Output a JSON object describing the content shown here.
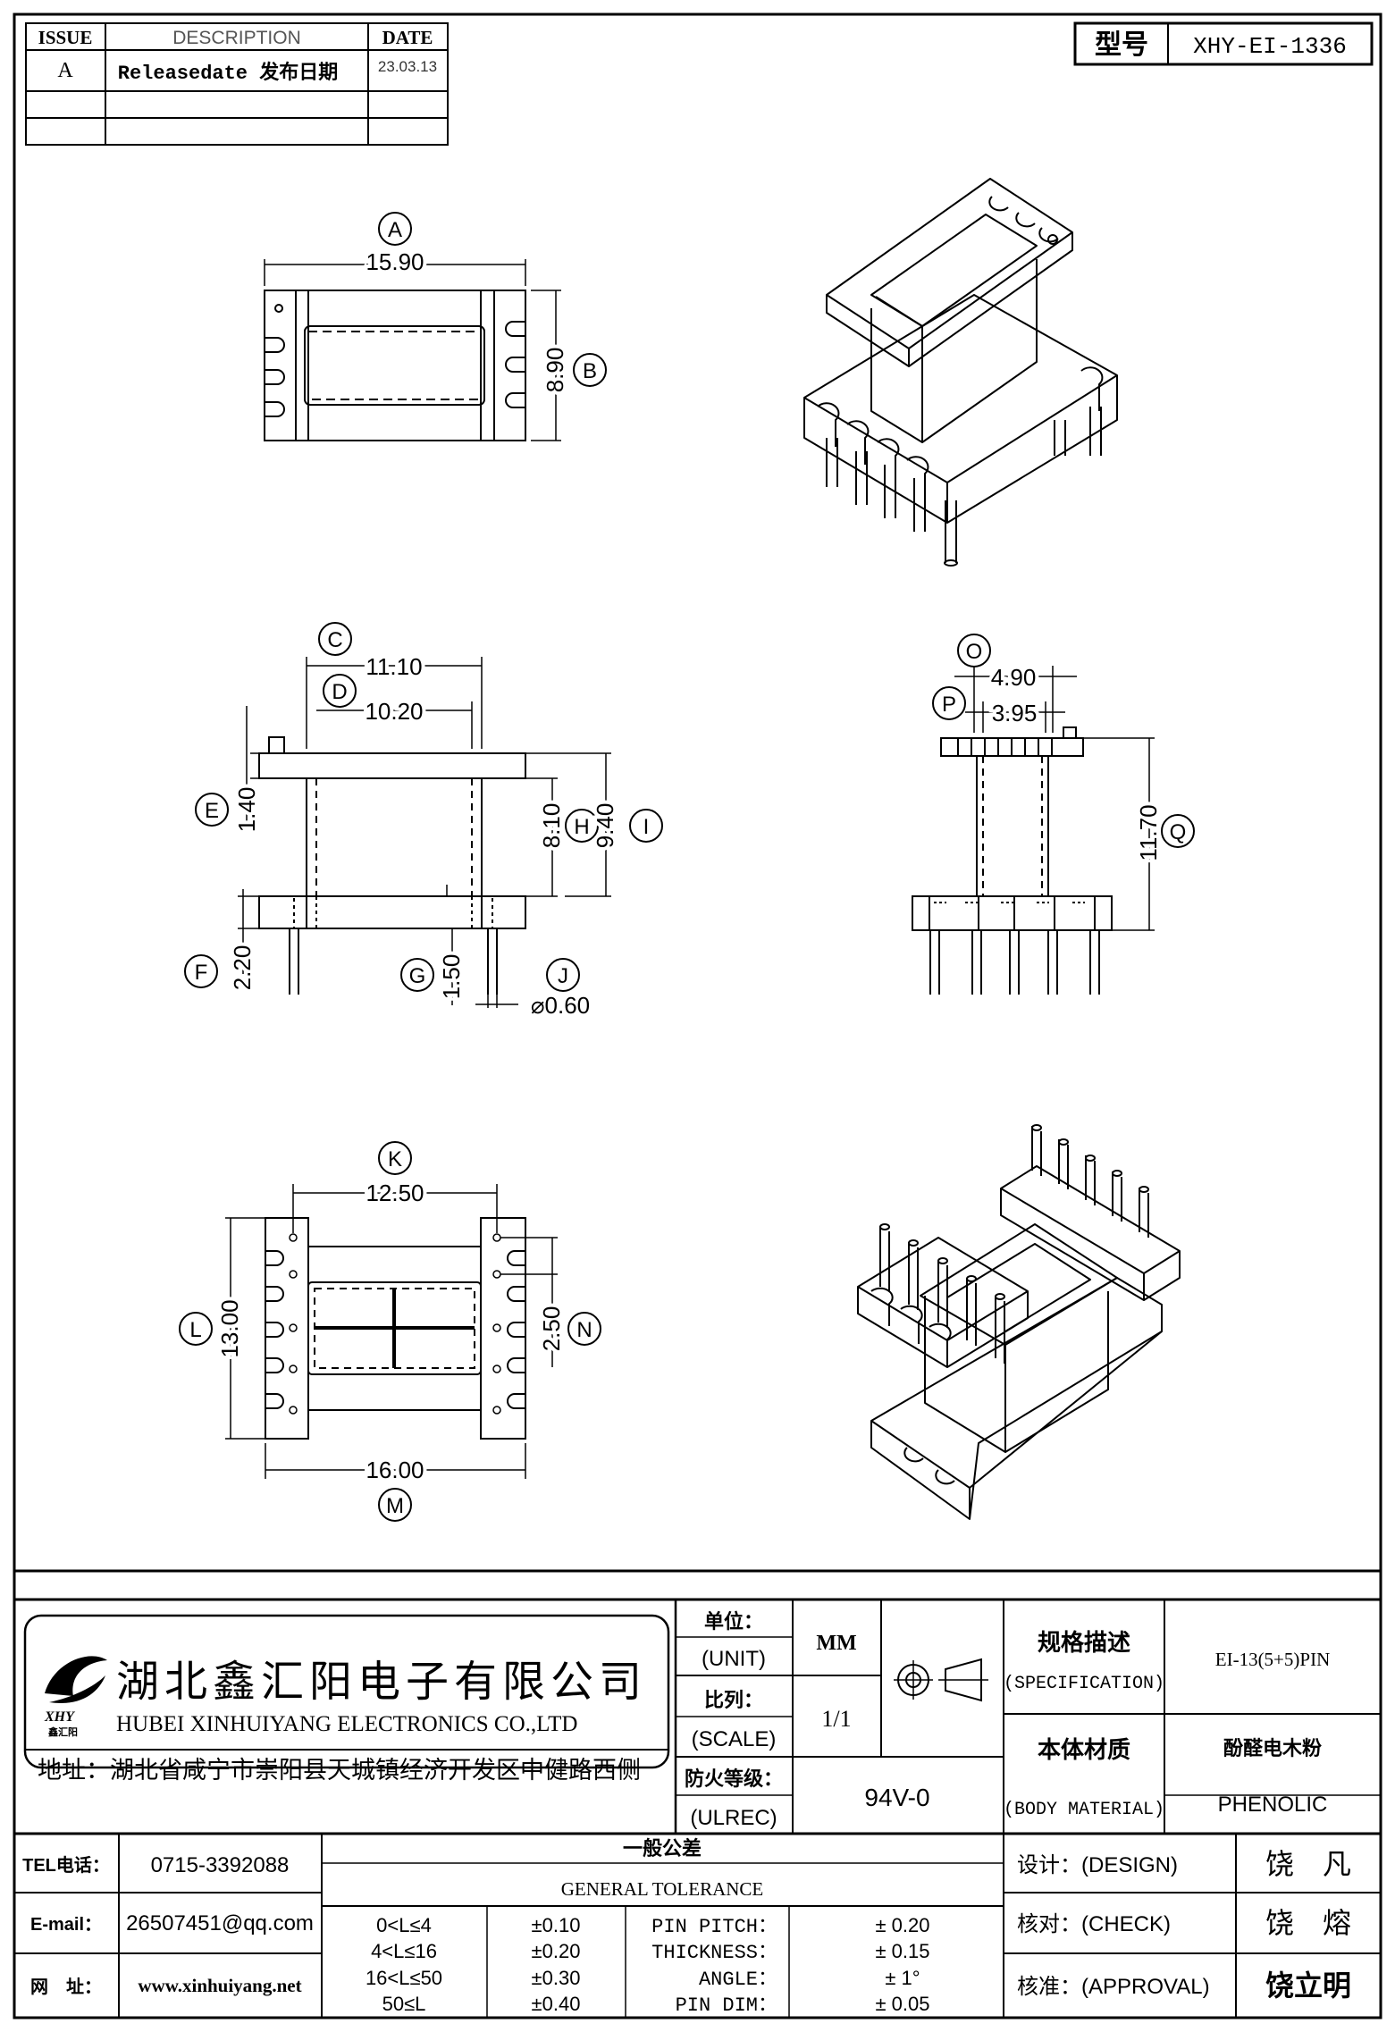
{
  "revision_table": {
    "headers": [
      "ISSUE",
      "DESCRIPTION",
      "DATE"
    ],
    "rows": [
      [
        "A",
        "Releasedate 发布日期",
        "23.03.13"
      ],
      [
        "",
        "",
        ""
      ],
      [
        "",
        "",
        ""
      ]
    ]
  },
  "model": {
    "label": "型号",
    "value": "XHY-EI-1336"
  },
  "views": {
    "top": {
      "A": "15.90",
      "B": "8.90",
      "labels": [
        "A",
        "B"
      ]
    },
    "front": {
      "C": "11.10",
      "D": "10.20",
      "E": "1.40",
      "F": "2.20",
      "G": "1.50",
      "H": "8.10",
      "I": "9.40",
      "J": "⌀0.60",
      "labels": [
        "C",
        "D",
        "E",
        "F",
        "G",
        "H",
        "I",
        "J"
      ]
    },
    "side": {
      "O": "4.90",
      "P": "3.95",
      "Q": "11.70",
      "labels": [
        "O",
        "P",
        "Q"
      ]
    },
    "bottom": {
      "K": "12.50",
      "L": "13.00",
      "M": "16.00",
      "N": "2.50",
      "labels": [
        "K",
        "L",
        "M",
        "N"
      ]
    }
  },
  "company": {
    "name_cn": "湖北鑫汇阳电子有限公司",
    "name_en": "HUBEI XINHUIYANG ELECTRONICS CO.,LTD",
    "address": "地址：湖北省咸宁市崇阳县天城镇经济开发区中健路西侧",
    "logo_text": "XHY",
    "logo_sub": "鑫汇阳"
  },
  "contact": {
    "tel_label": "TEL电话：",
    "tel": "0715-3392088",
    "email_label": "E-mail：",
    "email": "26507451@qq.com",
    "web_label": "网　址：",
    "web": "www.xinhuiyang.net"
  },
  "spec_block": {
    "unit_label": "单位：",
    "unit_label_en": "(UNIT)",
    "unit": "MM",
    "scale_label": "比列：",
    "scale_label_en": "(SCALE)",
    "scale": "1/1",
    "ulrec_label": "防火等级：",
    "ulrec_label_en": "(ULREC)",
    "ulrec": "94V-0",
    "spec_label": "规格描述",
    "spec_label_en": "(SPECIFICATION)",
    "spec": "EI-13(5+5)PIN",
    "material_label": "本体材质",
    "material_label_en": "(BODY MATERIAL)",
    "material_cn": "酚醛电木粉",
    "material_en": "PHENOLIC"
  },
  "tolerance": {
    "title_cn": "一般公差",
    "title_en": "GENERAL TOLERANCE",
    "rows": [
      {
        "range": "0<L≤4",
        "tol": "±0.10",
        "item": "PIN PITCH：",
        "val": "± 0.20"
      },
      {
        "range": "4<L≤16",
        "tol": "±0.20",
        "item": "THICKNESS：",
        "val": "± 0.15"
      },
      {
        "range": "16<L≤50",
        "tol": "±0.30",
        "item": "ANGLE：",
        "val": "± 1°"
      },
      {
        "range": "50≤L",
        "tol": "±0.40",
        "item": "PIN DIM：",
        "val": "± 0.05"
      }
    ]
  },
  "signoff": {
    "design_label": "设计：(DESIGN)",
    "design": "饶　凡",
    "check_label": "核对：(CHECK)",
    "check": "饶　熔",
    "approval_label": "核准：(APPROVAL)",
    "approval": "饶立明"
  }
}
